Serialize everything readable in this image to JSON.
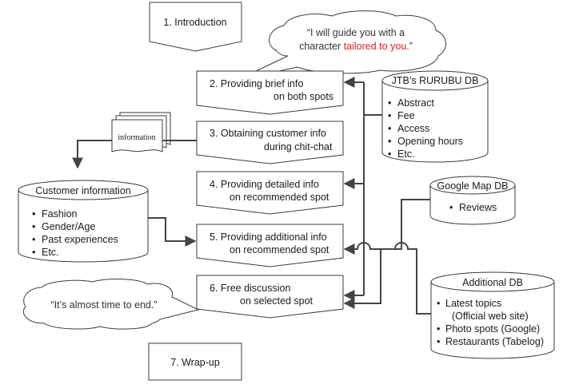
{
  "steps": {
    "s1": "1. Introduction",
    "s2_l1": "2. Providing brief info",
    "s2_l2": "on both spots",
    "s3_l1": "3. Obtaining customer info",
    "s3_l2": "during chit-chat",
    "s4_l1": "4. Providing detailed info",
    "s4_l2": "on recommended spot",
    "s5_l1": "5. Providing additional info",
    "s5_l2": "on recommended spot",
    "s6_l1": "6. Free discussion",
    "s6_l2": "on selected spot",
    "s7": "7. Wrap-up"
  },
  "bubbles": {
    "top_l1": "“I will guide you with a",
    "top_l2_a": "character ",
    "top_l2_b": "tailored to you",
    "top_l2_c": ".”",
    "bottom": "“It’s almost time to end.”"
  },
  "info_stack_label": "information",
  "databases": {
    "rurubu": {
      "title": "JTB’s RURUBU DB",
      "items": [
        "Abstract",
        "Fee",
        "Access",
        "Opening hours",
        "Etc."
      ]
    },
    "customer": {
      "title": "Customer information",
      "items": [
        "Fashion",
        "Gender/Age",
        "Past experiences",
        "Etc."
      ]
    },
    "google": {
      "title": "Google Map DB",
      "items": [
        "Reviews"
      ]
    },
    "additional": {
      "title": "Additional DB",
      "items": [
        "Latest topics",
        "(Official web site)",
        "Photo spots (Google)",
        "Restaurants (Tabelog)"
      ]
    }
  },
  "bullet": "•",
  "colors": {
    "accent_red": "#e0221f",
    "line": "#444444"
  }
}
